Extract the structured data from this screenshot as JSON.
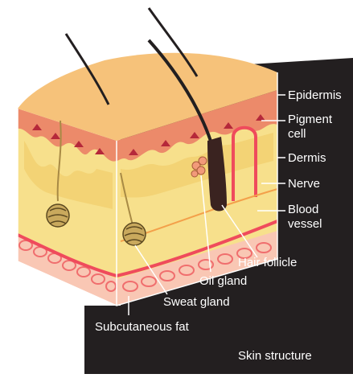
{
  "labels": {
    "epidermis": "Epidermis",
    "pigment_line1": "Pigment",
    "pigment_line2": "cell",
    "dermis": "Dermis",
    "nerve": "Nerve",
    "blood_line1": "Blood",
    "blood_line2": "vessel",
    "hair_follicle": "Hair follicle",
    "oil_gland": "Oil gland",
    "sweat_gland": "Sweat gland",
    "subcutaneous_fat": "Subcutaneous fat"
  },
  "caption": "Skin structure",
  "colors": {
    "background_panel": "#231f20",
    "label_text": "#ffffff",
    "epidermis_top": "#f6c27a",
    "epidermis_side": "#ec8a6a",
    "pigment_cell": "#b5283a",
    "dermis": "#f7e08c",
    "dermis_shadow": "#f1cd6b",
    "subcutaneous_fat": "#f9c7b4",
    "fat_cells": "#f06e6e",
    "blood_vessel": "#ef4b5c",
    "hair": "#231f20",
    "gland": "#c9a95d"
  }
}
